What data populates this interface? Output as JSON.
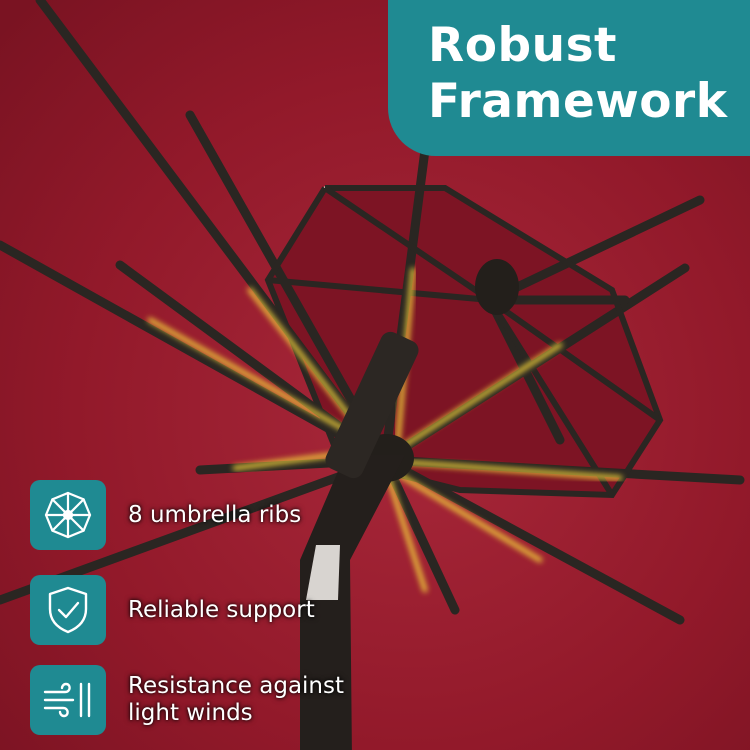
{
  "title": {
    "line1": "Robust",
    "line2": "Framework"
  },
  "features": [
    {
      "icon": "umbrella-ribs-icon",
      "lines": [
        "8 umbrella ribs"
      ]
    },
    {
      "icon": "shield-check-icon",
      "lines": [
        "Reliable support"
      ]
    },
    {
      "icon": "wind-icon",
      "lines": [
        "Resistance against",
        "light winds"
      ]
    }
  ],
  "colors": {
    "canopy": "#8f1a2a",
    "accent": "#1f8a92",
    "rib": "#2a2622",
    "led": "#f2d23a"
  }
}
